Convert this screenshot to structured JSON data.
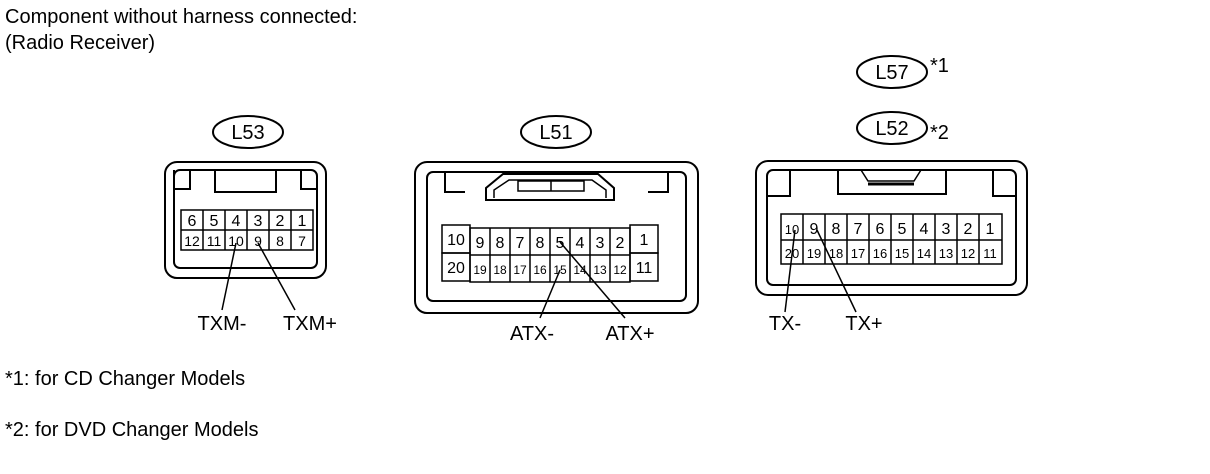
{
  "header": {
    "line1": "Component without harness connected:",
    "line2": "(Radio Receiver)"
  },
  "footnotes": [
    "*1: for CD Changer Models",
    "*2: for DVD Changer Models"
  ],
  "connectors": [
    {
      "id": "L53",
      "tags": [
        {
          "label": "L53",
          "note": ""
        }
      ],
      "top_row": [
        "6",
        "5",
        "4",
        "3",
        "2",
        "1"
      ],
      "bottom_row": [
        "12",
        "11",
        "10",
        "9",
        "8",
        "7"
      ],
      "pins": [
        {
          "label": "TXM-",
          "pin": "10"
        },
        {
          "label": "TXM+",
          "pin": "9"
        }
      ]
    },
    {
      "id": "L51",
      "tags": [
        {
          "label": "L51",
          "note": ""
        }
      ],
      "left_col": [
        "10",
        "20"
      ],
      "top_row": [
        "9",
        "8",
        "7",
        "8",
        "5",
        "4",
        "3",
        "2"
      ],
      "bottom_row": [
        "19",
        "18",
        "17",
        "16",
        "15",
        "14",
        "13",
        "12"
      ],
      "right_col": [
        "1",
        "11"
      ],
      "pins": [
        {
          "label": "ATX-",
          "pin": "15"
        },
        {
          "label": "ATX+",
          "pin": "5"
        }
      ]
    },
    {
      "id": "L57-L52",
      "tags": [
        {
          "label": "L57",
          "note": "*1"
        },
        {
          "label": "L52",
          "note": "*2"
        }
      ],
      "top_row": [
        "10",
        "9",
        "8",
        "7",
        "6",
        "5",
        "4",
        "3",
        "2",
        "1"
      ],
      "bottom_row": [
        "20",
        "19",
        "18",
        "17",
        "16",
        "15",
        "14",
        "13",
        "12",
        "11"
      ],
      "pins": [
        {
          "label": "TX-",
          "pin": "10"
        },
        {
          "label": "TX+",
          "pin": "9"
        }
      ]
    }
  ]
}
